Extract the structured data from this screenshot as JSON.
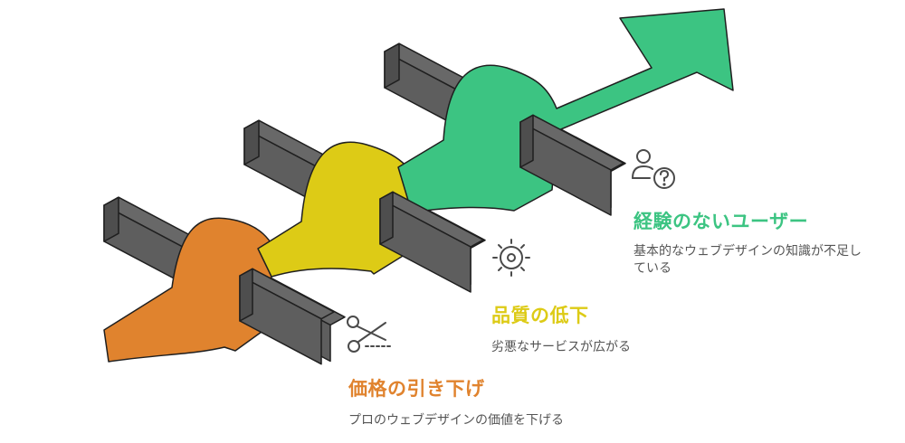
{
  "colors": {
    "orange": "#E0832E",
    "yellow": "#DDCB16",
    "green": "#3CC482",
    "block_top": "#686868",
    "block_front": "#5E5E5E",
    "block_side": "#4E4E4E",
    "outline": "#1F1F1F",
    "icon": "#4A4A4A"
  },
  "items": [
    {
      "title": "経験のないユーザー",
      "description": "基本的なウェブデザインの知識が不足している",
      "color": "#3CC482",
      "icon": "user-question-icon"
    },
    {
      "title": "品質の低下",
      "description": "劣悪なサービスが広がる",
      "color": "#DDCB16",
      "icon": "gear-sun-icon"
    },
    {
      "title": "価格の引き下げ",
      "description": "プロのウェブデザインの価値を下げる",
      "color": "#E0832E",
      "icon": "scissors-icon"
    }
  ]
}
